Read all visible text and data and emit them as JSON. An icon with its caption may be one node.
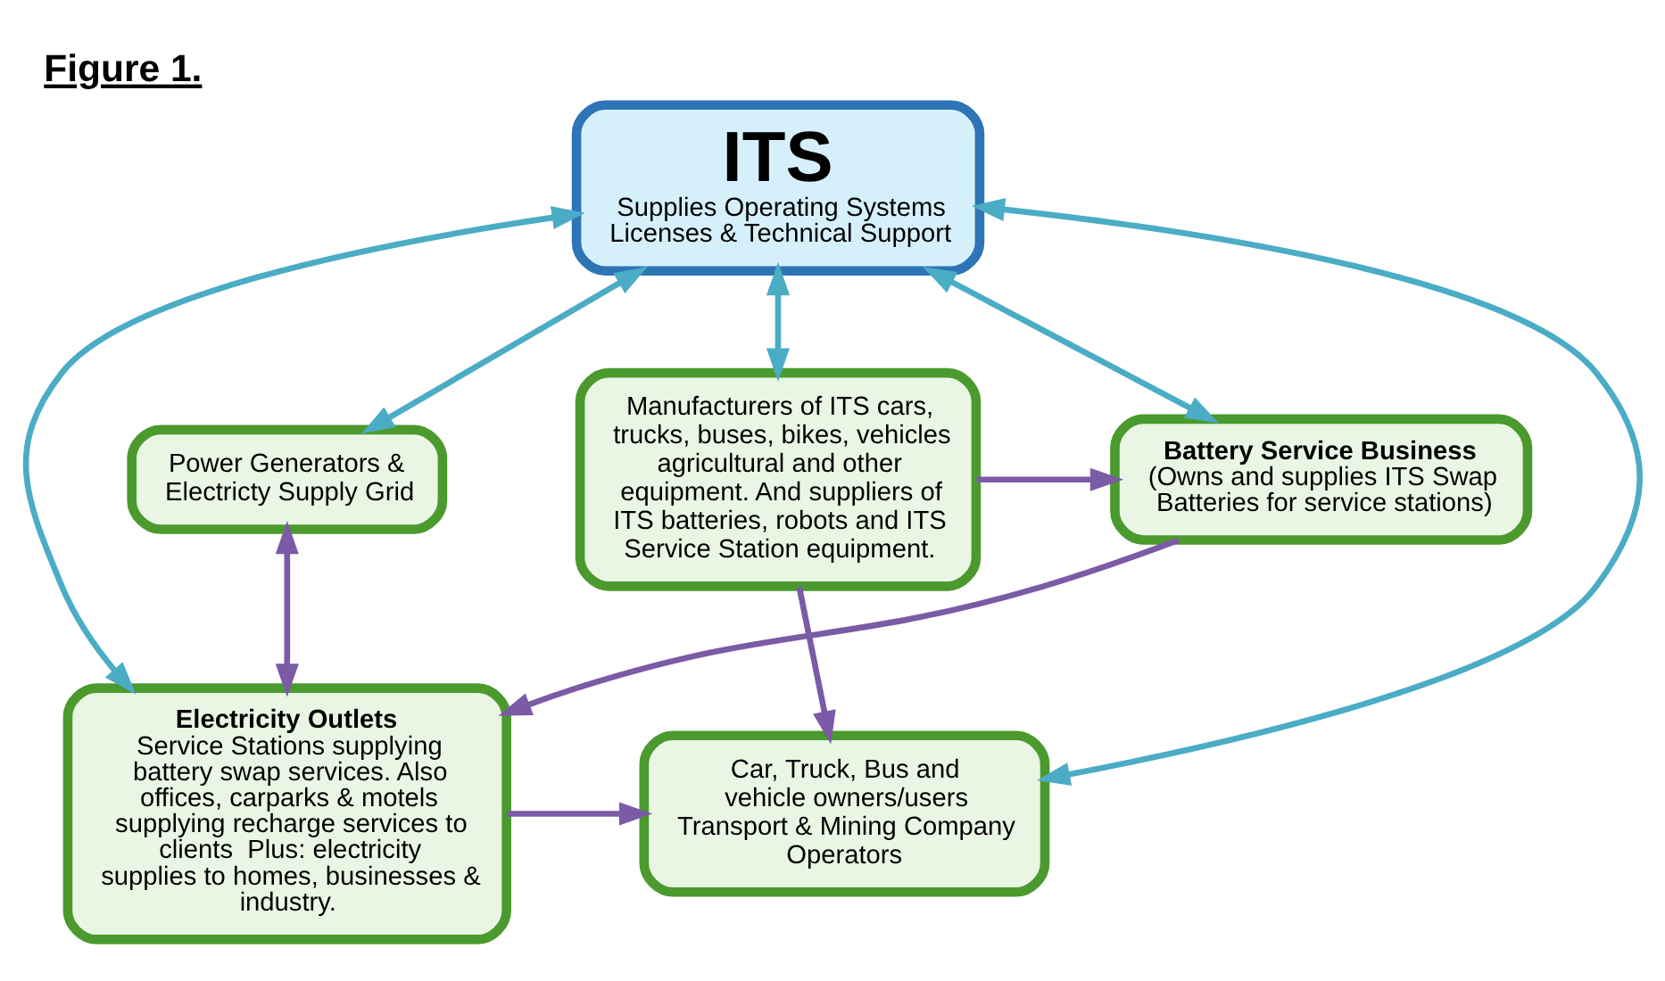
{
  "diagram": {
    "title": "Figure 1.",
    "nodes": [
      {
        "text": [
          "Power Generators & Electricty Supply Grid"
        ]
      },
      {
        "text": [
          "Electricity Outlets",
          "Service Stations supplying battery swap services. Also offices, carparks & motels supplying recharge services to clients  Plus: electricity supplies to homes, businesses & industry."
        ]
      },
      {
        "text": [
          "Car, Truck, Bus and vehicle owners/users Transport & Mining Company Operators"
        ]
      },
      {
        "text": [
          "ITS",
          "Supplies Operating Systems Licenses & Technical Support"
        ]
      },
      {
        "text": [
          "Battery Service Business",
          "(Owns and supplies ITS Swap Batteries for service stations)"
        ]
      },
      {
        "text": [
          "Manufacturers of ITS cars, trucks, buses, bikes, vehicles agricultural and other equipment. And suppliers of ITS batteries, robots and ITS  Service Station equipment."
        ]
      }
    ],
    "edges": [
      {
        "from": 0,
        "to": 1,
        "arrow": "both",
        "color": "#7b5aa6"
      },
      {
        "from": 3,
        "to": 0,
        "arrow": "both"
      },
      {
        "from": 1,
        "to": 2,
        "arrow": "to",
        "color": "#7b5aa6"
      },
      {
        "from": 3,
        "to": 1,
        "arrow": "both"
      },
      {
        "from": 3,
        "to": 2,
        "arrow": "both"
      },
      {
        "from": 3,
        "to": 4,
        "arrow": "both"
      },
      {
        "from": 3,
        "to": 5,
        "arrow": "both"
      },
      {
        "from": 4,
        "to": 1,
        "arrow": "to",
        "color": "#7b5aa6"
      },
      {
        "from": 5,
        "to": 2,
        "arrow": "to",
        "color": "#7b5aa6"
      },
      {
        "from": 5,
        "to": 4,
        "arrow": "to",
        "color": "#7b5aa6"
      }
    ]
  }
}
